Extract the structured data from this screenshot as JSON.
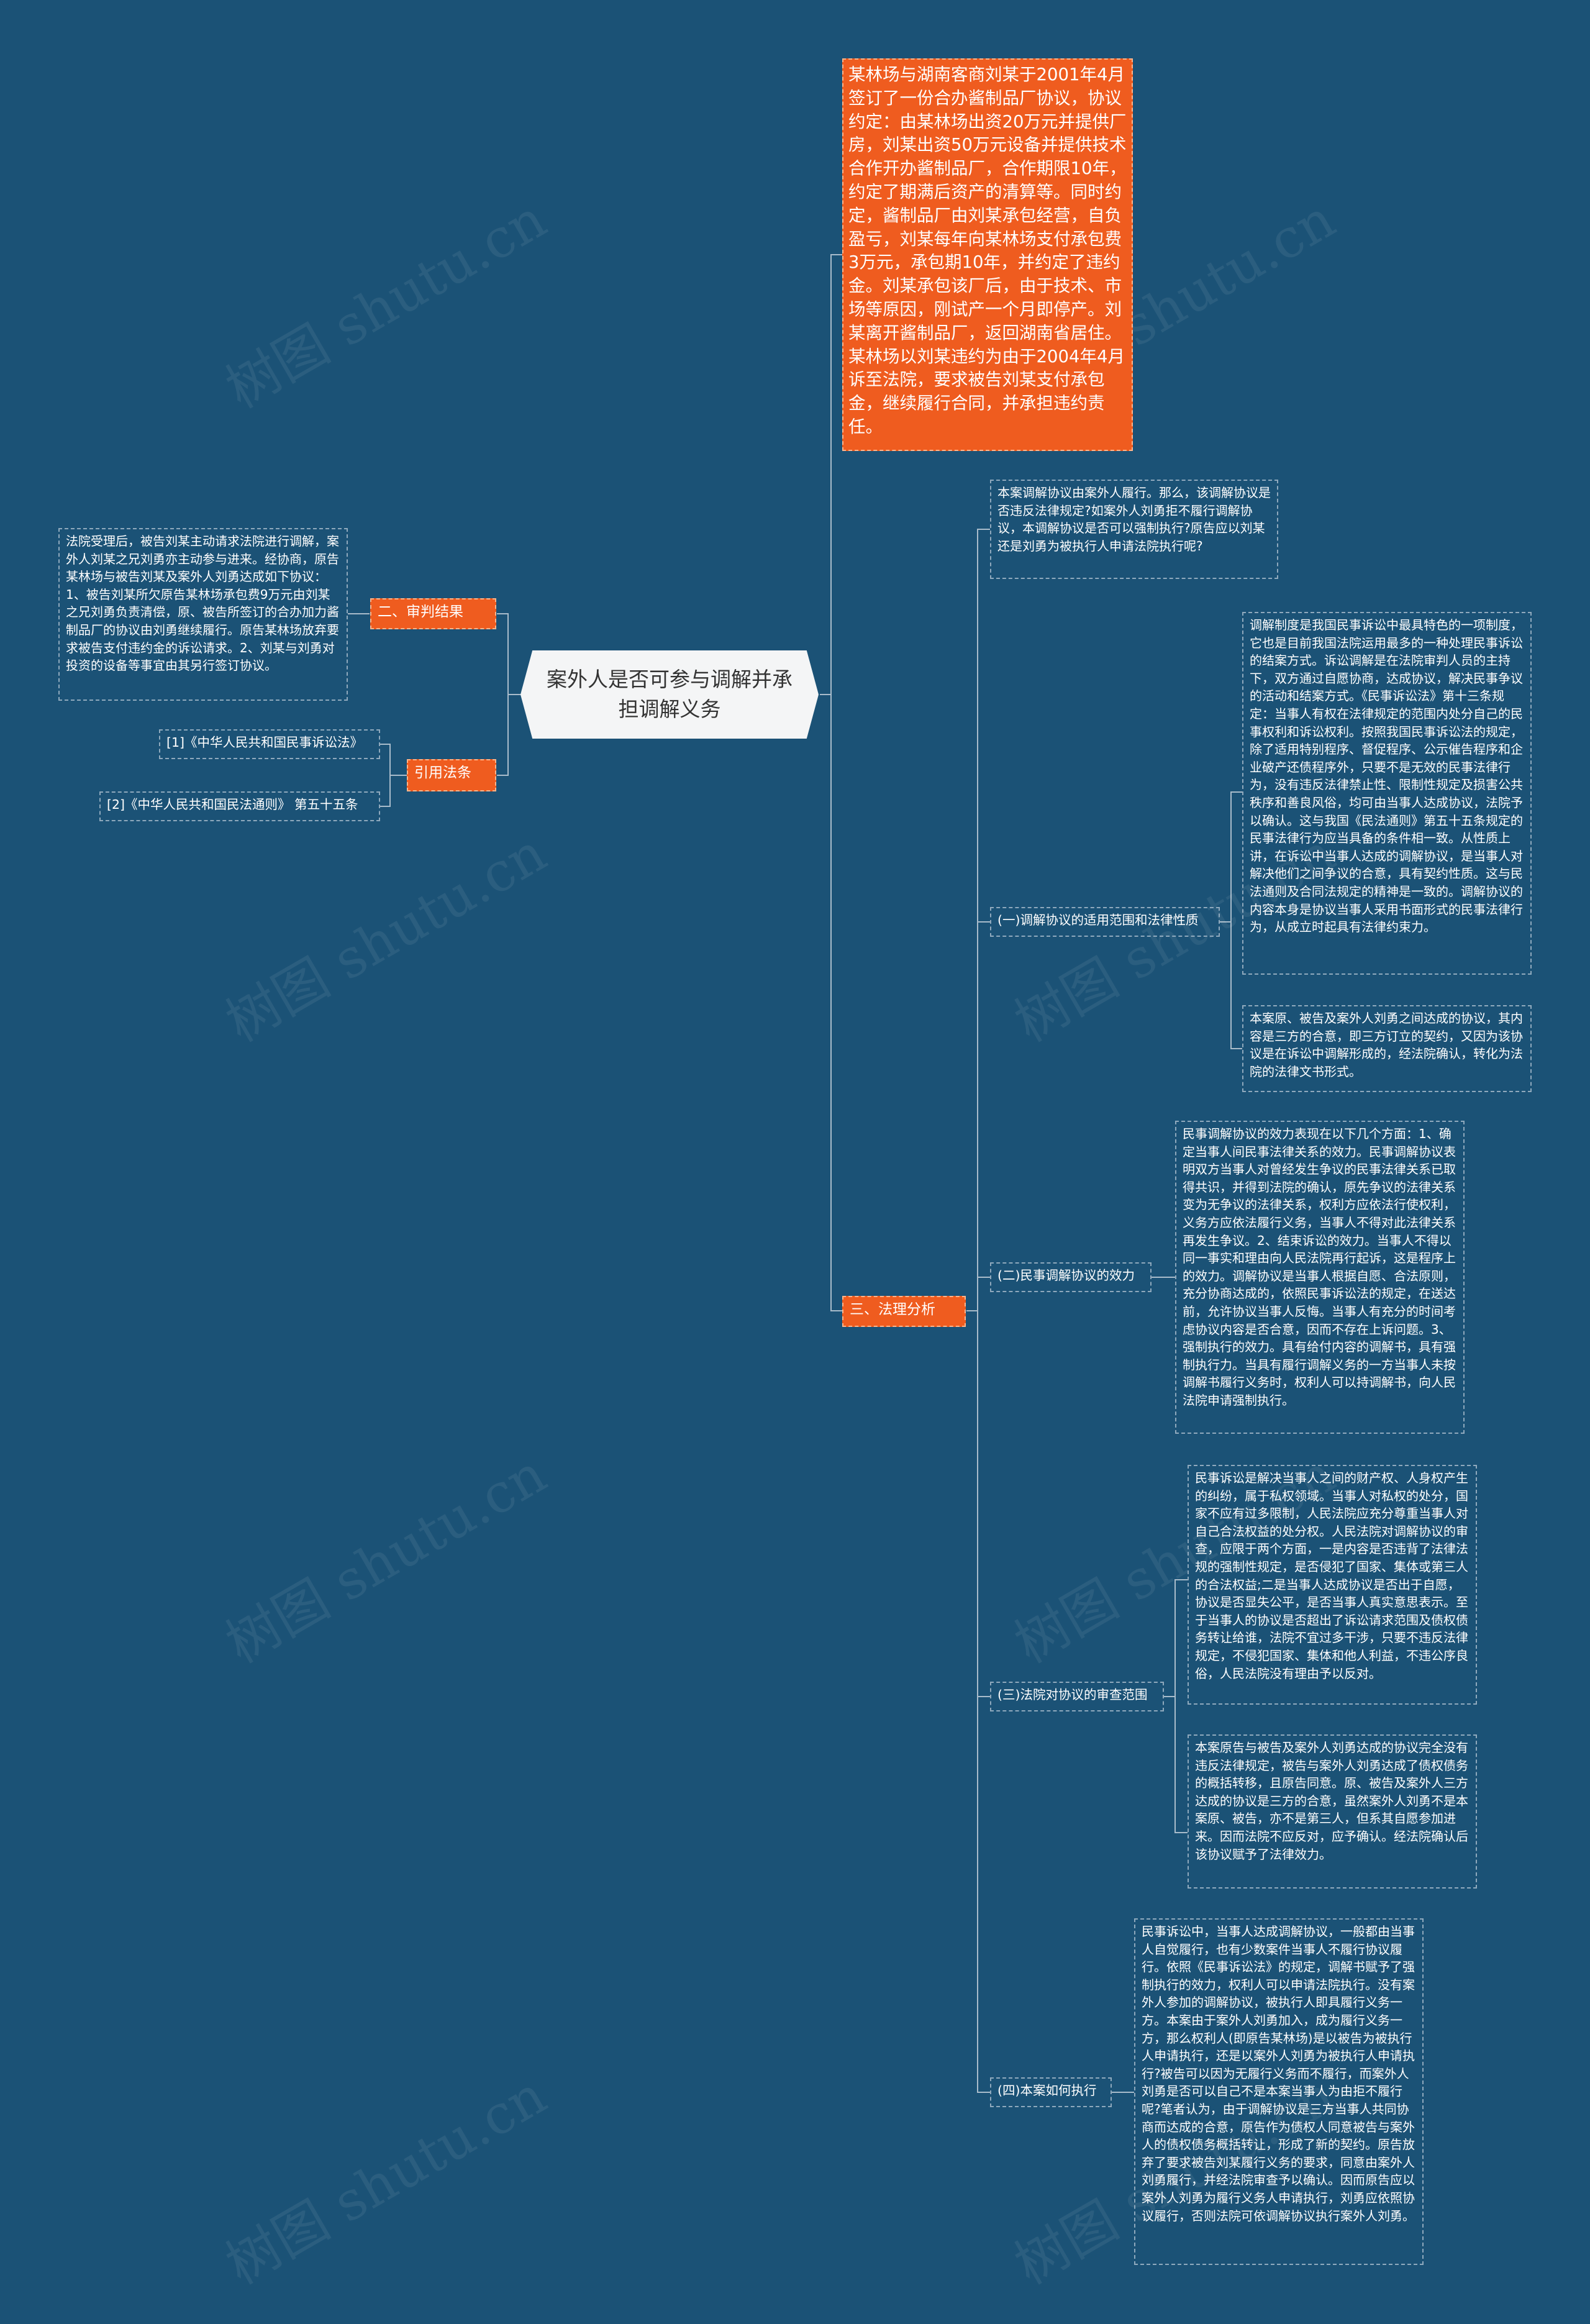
{
  "root": {
    "title": "案外人是否可参与调解并承担调解义务"
  },
  "top_note": {
    "text": "某林场与湖南客商刘某于2001年4月签订了一份合办酱制品厂协议，协议约定：由某林场出资20万元并提供厂房，刘某出资50万元设备并提供技术合作开办酱制品厂，合作期限10年，约定了期满后资产的清算等。同时约定，酱制品厂由刘某承包经营，自负盈亏，刘某每年向某林场支付承包费3万元，承包期10年，并约定了违约金。刘某承包该厂后，由于技术、市场等原因，刚试产一个月即停产。刘某离开酱制品厂，返回湖南省居住。某林场以刘某违约为由于2004年4月诉至法院，要求被告刘某支付承包金，继续履行合同，并承担违约责任。"
  },
  "left": {
    "judgment": {
      "label": "二、审判结果",
      "text": "法院受理后，被告刘某主动请求法院进行调解，案外人刘某之兄刘勇亦主动参与进来。经协商，原告某林场与被告刘某及案外人刘勇达成如下协议：1、被告刘某所欠原告某林场承包费9万元由刘某之兄刘勇负责清偿，原、被告所签订的合办加力酱制品厂的协议由刘勇继续履行。原告某林场放弃要求被告支付违约金的诉讼请求。2、刘某与刘勇对投资的设备等事宜由其另行签订协议。"
    },
    "laws": {
      "label": "引用法条",
      "items": [
        "[1]《中华人民共和国民事诉讼法》",
        "[2]《中华人民共和国民法通则》 第五十五条"
      ]
    }
  },
  "analysis": {
    "label": "三、法理分析",
    "intro": "本案调解协议由案外人履行。那么，该调解协议是否违反法律规定?如案外人刘勇拒不履行调解协议，本调解协议是否可以强制执行?原告应以刘某还是刘勇为被执行人申请法院执行呢?",
    "sections": [
      {
        "label": "(一)调解协议的适用范围和法律性质",
        "texts": [
          "调解制度是我国民事诉讼中最具特色的一项制度，它也是目前我国法院运用最多的一种处理民事诉讼的结案方式。诉讼调解是在法院审判人员的主持下，双方通过自愿协商，达成协议，解决民事争议的活动和结案方式。《民事诉讼法》第十三条规定：当事人有权在法律规定的范围内处分自己的民事权利和诉讼权利。按照我国民事诉讼法的规定，除了适用特别程序、督促程序、公示催告程序和企业破产还债程序外，只要不是无效的民事法律行为，没有违反法律禁止性、限制性规定及损害公共秩序和善良风俗，均可由当事人达成协议，法院予以确认。这与我国《民法通则》第五十五条规定的民事法律行为应当具备的条件相一致。从性质上讲，在诉讼中当事人达成的调解协议，是当事人对解决他们之间争议的合意，具有契约性质。这与民法通则及合同法规定的精神是一致的。调解协议的内容本身是协议当事人采用书面形式的民事法律行为，从成立时起具有法律约束力。",
          "本案原、被告及案外人刘勇之间达成的协议，其内容是三方的合意，即三方订立的契约，又因为该协议是在诉讼中调解形成的，经法院确认，转化为法院的法律文书形式。"
        ]
      },
      {
        "label": "(二)民事调解协议的效力",
        "texts": [
          "民事调解协议的效力表现在以下几个方面：1、确定当事人间民事法律关系的效力。民事调解协议表明双方当事人对曾经发生争议的民事法律关系已取得共识，并得到法院的确认，原先争议的法律关系变为无争议的法律关系，权利方应依法行使权利，义务方应依法履行义务，当事人不得对此法律关系再发生争议。2、结束诉讼的效力。当事人不得以同一事实和理由向人民法院再行起诉，这是程序上的效力。调解协议是当事人根据自愿、合法原则，充分协商达成的，依照民事诉讼法的规定，在送达前，允许协议当事人反悔。当事人有充分的时间考虑协议内容是否合意，因而不存在上诉问题。3、强制执行的效力。具有给付内容的调解书，具有强制执行力。当具有履行调解义务的一方当事人未按调解书履行义务时，权利人可以持调解书，向人民法院申请强制执行。"
        ]
      },
      {
        "label": "(三)法院对协议的审查范围",
        "texts": [
          "民事诉讼是解决当事人之间的财产权、人身权产生的纠纷，属于私权领域。当事人对私权的处分，国家不应有过多限制，人民法院应充分尊重当事人对自己合法权益的处分权。人民法院对调解协议的审查，应限于两个方面，一是内容是否违背了法律法规的强制性规定，是否侵犯了国家、集体或第三人的合法权益;二是当事人达成协议是否出于自愿，协议是否显失公平，是否当事人真实意思表示。至于当事人的协议是否超出了诉讼请求范围及债权债务转让给谁，法院不宜过多干涉，只要不违反法律规定，不侵犯国家、集体和他人利益，不违公序良俗，人民法院没有理由予以反对。",
          "本案原告与被告及案外人刘勇达成的协议完全没有违反法律规定，被告与案外人刘勇达成了债权债务的概括转移，且原告同意。原、被告及案外人三方达成的协议是三方的合意，虽然案外人刘勇不是本案原、被告，亦不是第三人，但系其自愿参加进来。因而法院不应反对，应予确认。经法院确认后该协议赋予了法律效力。"
        ]
      },
      {
        "label": "(四)本案如何执行",
        "texts": [
          "民事诉讼中，当事人达成调解协议，一般都由当事人自觉履行，也有少数案件当事人不履行协议履行。依照《民事诉讼法》的规定，调解书赋予了强制执行的效力，权利人可以申请法院执行。没有案外人参加的调解协议，被执行人即具履行义务一方。本案由于案外人刘勇加入，成为履行义务一方，那么权利人(即原告某林场)是以被告为被执行人申请执行，还是以案外人刘勇为被执行人申请执行?被告可以因为无履行义务而不履行，而案外人刘勇是否可以自己不是本案当事人为由拒不履行呢?笔者认为，由于调解协议是三方当事人共同协商而达成的合意，原告作为债权人同意被告与案外人的债权债务概括转让，形成了新的契约。原告放弃了要求被告刘某履行义务的要求，同意由案外人刘勇履行，并经法院审查予以确认。因而原告应以案外人刘勇为履行义务人申请执行，刘勇应依照协议履行，否则法院可依调解协议执行案外人刘勇。"
        ]
      }
    ]
  },
  "watermark": "树图 shutu.cn"
}
